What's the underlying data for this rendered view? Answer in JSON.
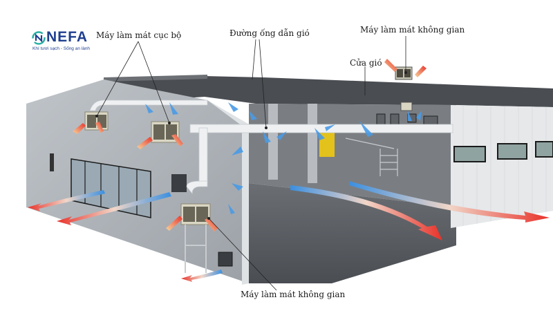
{
  "logo": {
    "icon": "nefa-logo-icon",
    "name": "NEFA",
    "tagline": "Khí tươi sạch - Sống an lành",
    "colors": {
      "primary": "#1f3f8f",
      "accent": "#2bb0a6"
    }
  },
  "labels": {
    "local_cooler": "Máy làm mát cục bộ",
    "air_duct": "Đường ống dẫn gió",
    "space_cooler_top": "Máy làm mát không gian",
    "air_vent": "Cửa gió",
    "space_cooler_bottom": "Máy làm mát không gian"
  },
  "colors": {
    "cool_air": "#3a8fe0",
    "warm_air": "#e8322a",
    "wall": "#a9aeb3",
    "roof": "#4a4d52",
    "floor": "#5a5e63",
    "duct": "#e9ecef",
    "cooler_unit": "#d9d6c4"
  }
}
